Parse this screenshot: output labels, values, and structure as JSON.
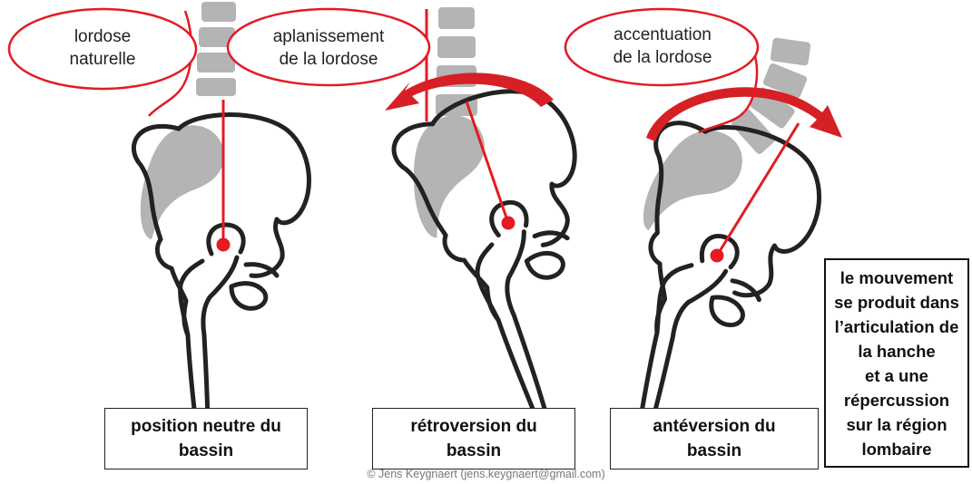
{
  "colors": {
    "bone_outline": "#222222",
    "vertebra": "#b4b4b4",
    "accent": "#e31b23"
  },
  "panels": [
    {
      "ellipse_lines": [
        "lordose",
        "naturelle"
      ],
      "caption_lines": [
        "position neutre du",
        "bassin"
      ]
    },
    {
      "ellipse_lines": [
        "aplanissement",
        "de la lordose"
      ],
      "caption_lines": [
        "rétroversion du",
        "bassin"
      ]
    },
    {
      "ellipse_lines": [
        "accentuation",
        "de la lordose"
      ],
      "caption_lines": [
        "antéversion du",
        "bassin"
      ]
    }
  ],
  "note_lines": [
    "le mouvement",
    "se produit dans",
    "l’articulation de",
    "la hanche",
    "et a une",
    "répercussion",
    "sur la région",
    "lombaire"
  ],
  "credit": "© Jens Keygnaert  (jens.keygnaert@gmail.com)"
}
